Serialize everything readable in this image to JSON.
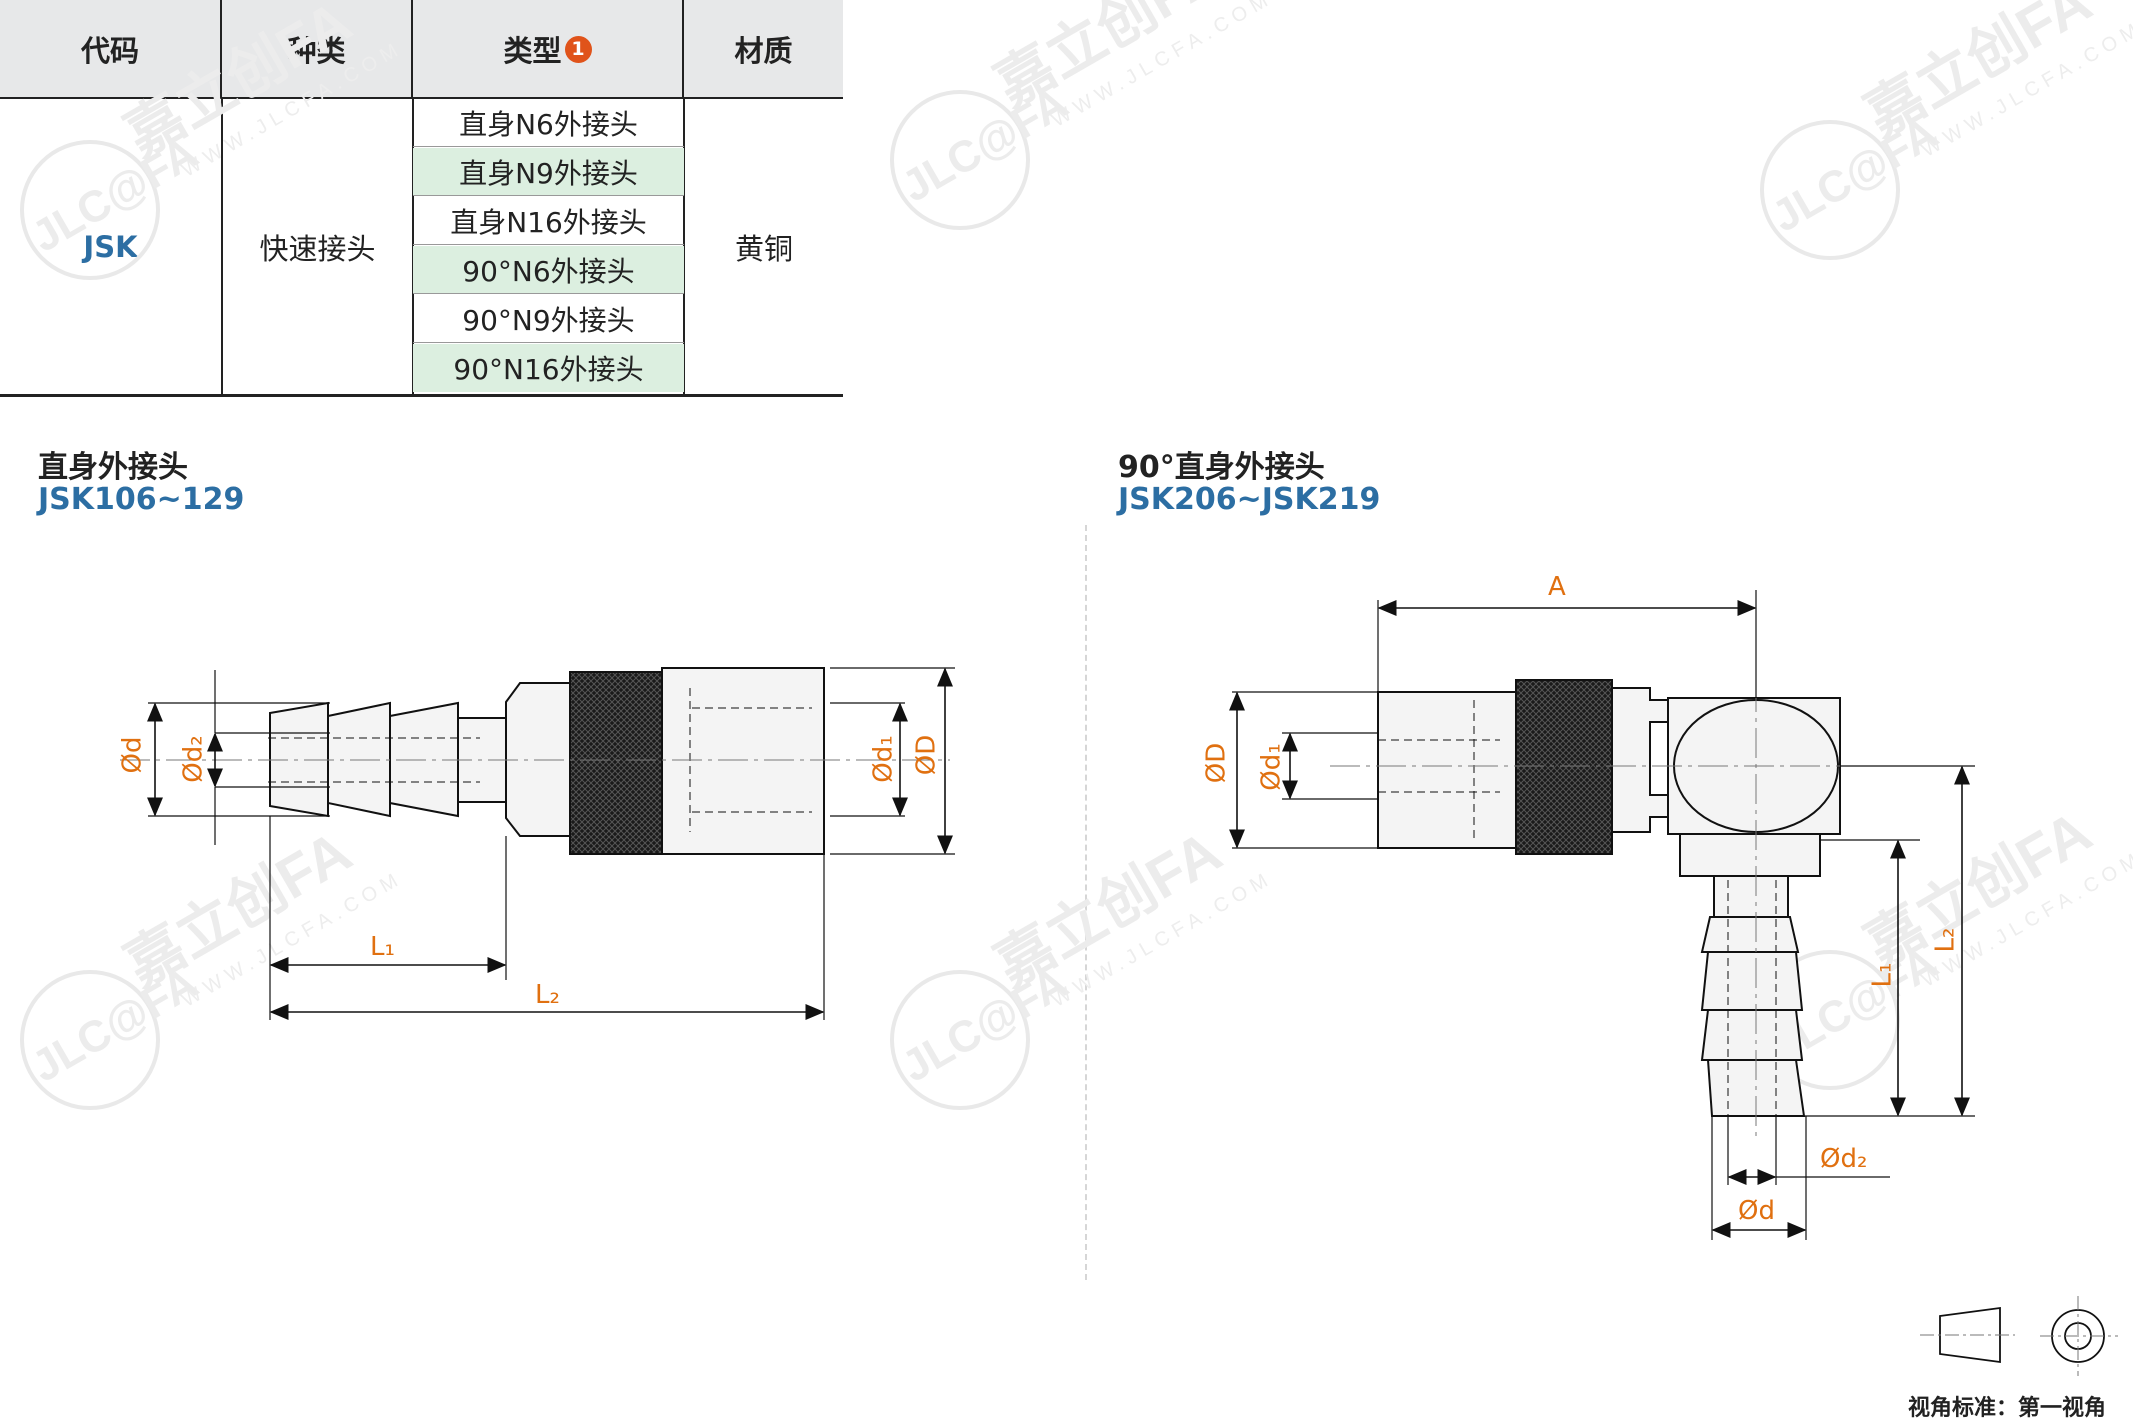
{
  "table": {
    "headers": {
      "code": "代码",
      "category": "种类",
      "type": "类型",
      "type_note": "1",
      "material": "材质"
    },
    "code": "JSK",
    "category": "快速接头",
    "types": [
      "直身N6外接头",
      "直身N9外接头",
      "直身N16外接头",
      "90°N6外接头",
      "90°N9外接头",
      "90°N16外接头"
    ],
    "material": "黄铜"
  },
  "sections": {
    "straight": {
      "title": "直身外接头",
      "range": "JSK106~129"
    },
    "elbow": {
      "title": "90°直身外接头",
      "range": "JSK206~JSK219"
    }
  },
  "dims": {
    "straight": {
      "d": "Ød",
      "d2": "Ød₂",
      "d1": "Ød₁",
      "D": "ØD",
      "L1": "L₁",
      "L2": "L₂"
    },
    "elbow": {
      "A": "A",
      "D": "ØD",
      "d1": "Ød₁",
      "L1": "L₁",
      "L2": "L₂",
      "d2": "Ød₂",
      "d": "Ød"
    }
  },
  "watermark": {
    "brand": "JLC@FA",
    "cn": "嘉立创FA",
    "url": "WWW.JLCFA.COM"
  },
  "projection_label": "视角标准：第一视角",
  "colors": {
    "header_bg": "#e7e8e9",
    "row_green": "#dcefe0",
    "code_blue": "#2c6ea3",
    "dim_orange": "#e07010",
    "badge": "#e0531a"
  }
}
